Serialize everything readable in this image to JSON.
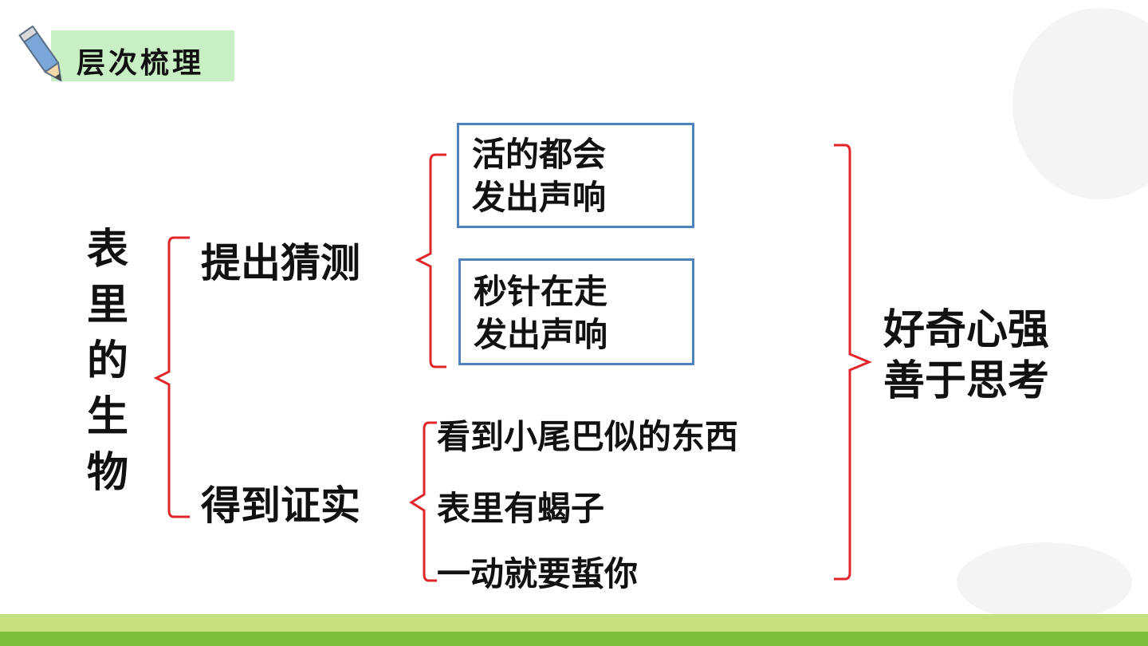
{
  "header": {
    "title": "层次梳理",
    "icon": "pencil-icon"
  },
  "root": {
    "chars": [
      "表",
      "里",
      "的",
      "生",
      "物"
    ]
  },
  "branch_guess": {
    "label": "提出猜测",
    "items": [
      {
        "line1": "活的都会",
        "line2": "发出声响"
      },
      {
        "line1": "秒针在走",
        "line2": "发出声响"
      }
    ]
  },
  "branch_confirm": {
    "label": "得到证实",
    "items": [
      "看到小尾巴似的东西",
      "表里有蝎子",
      "一动就要蜇你"
    ]
  },
  "conclusion": {
    "line1": "好奇心强",
    "line2": "善于思考"
  },
  "colors": {
    "bracket": "#e0252b",
    "box_border": "#4f81bd",
    "tag_bg": "#c9efc4",
    "footer": "#79bf3a"
  }
}
